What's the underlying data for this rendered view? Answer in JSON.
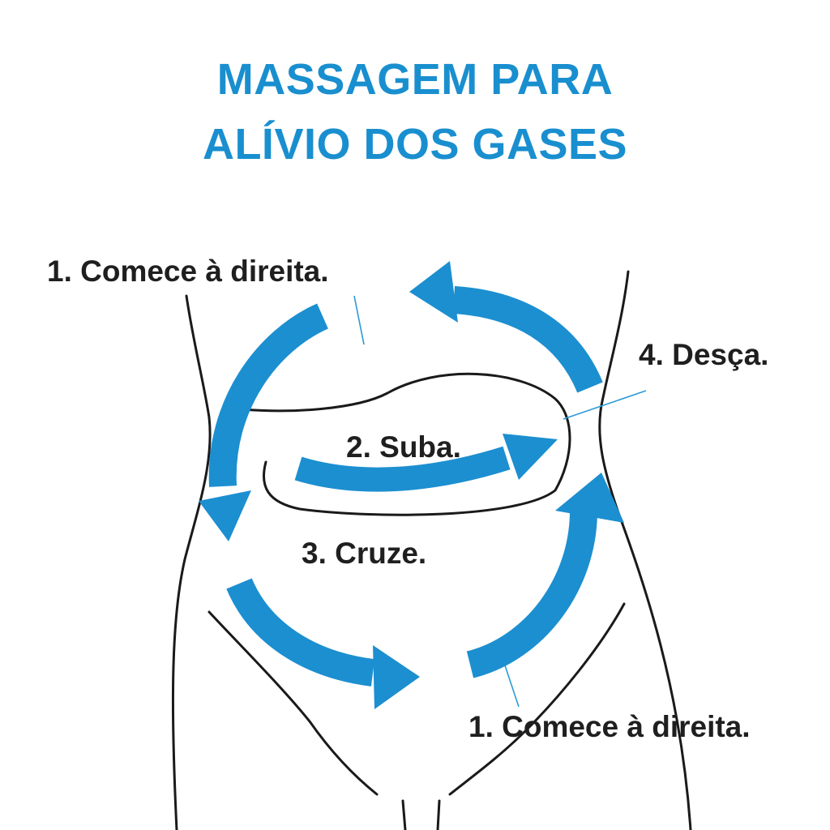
{
  "title": {
    "line1": "MASSAGEM PARA",
    "line2": "ALÍVIO DOS GASES"
  },
  "steps": {
    "start_top": "1. Comece à direita.",
    "up": "2. Suba.",
    "cross": "3. Cruze.",
    "down": "4. Desça.",
    "start_bottom": "1. Comece à direita."
  },
  "colors": {
    "title": "#1a8fd0",
    "arrow": "#1b8fd0",
    "text": "#1f1f1f",
    "outline": "#1a1a1a",
    "leader": "#2b9ad6",
    "background": "#ffffff"
  },
  "icons": {
    "arrows": "curved-arrow-icon"
  }
}
